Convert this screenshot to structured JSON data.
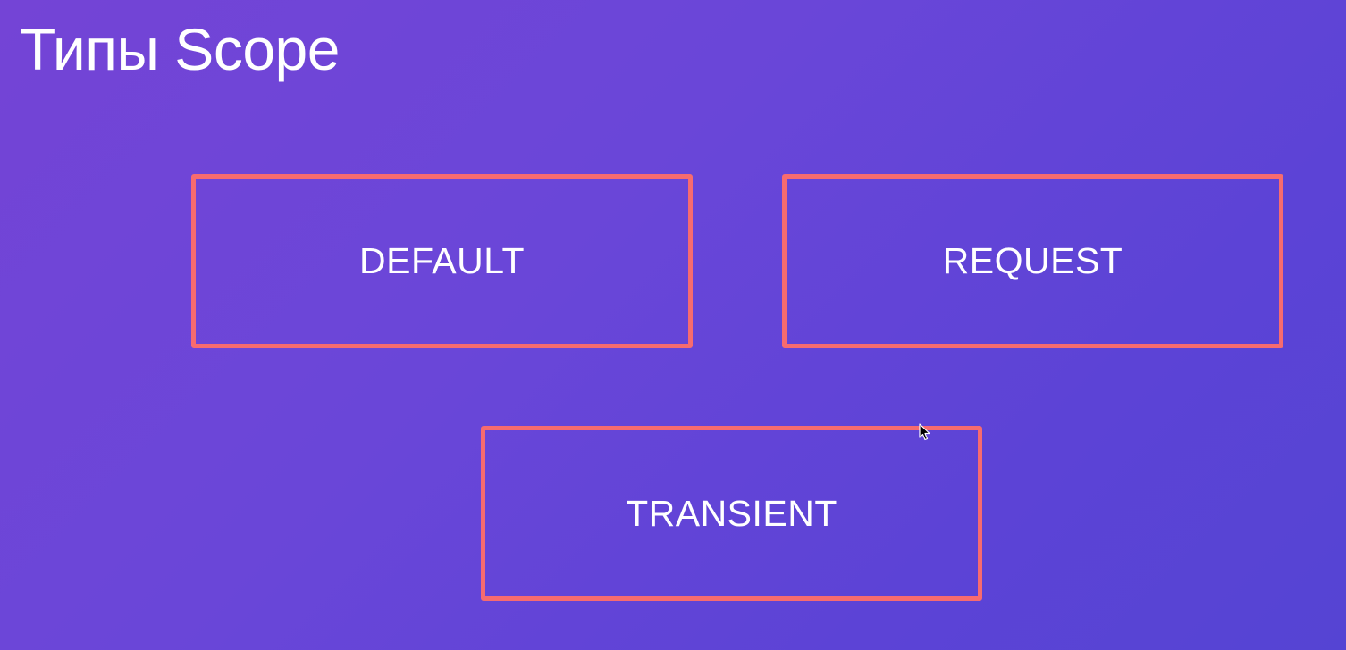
{
  "slide": {
    "title": "Типы Scope"
  },
  "scopes": [
    {
      "label": "DEFAULT"
    },
    {
      "label": "REQUEST"
    },
    {
      "label": "TRANSIENT"
    }
  ],
  "colors": {
    "background_start": "#7444d6",
    "background_end": "#5544d3",
    "box_border": "#f76b6f",
    "text": "#ffffff"
  },
  "icons": {
    "cursor": "mouse-pointer-icon"
  }
}
